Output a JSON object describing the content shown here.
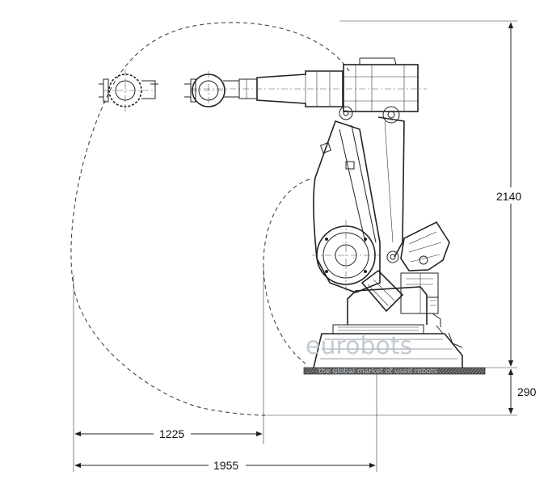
{
  "dimensions": {
    "height_upper": "2140",
    "height_lower": "290",
    "reach_inner": "1225",
    "reach_outer": "1955"
  },
  "watermark": {
    "brand": "eurobots",
    "tagline": "the global market of used robots"
  },
  "colors": {
    "line": "#222222",
    "watermark": "#b9c2cc",
    "floor": "#555555"
  }
}
